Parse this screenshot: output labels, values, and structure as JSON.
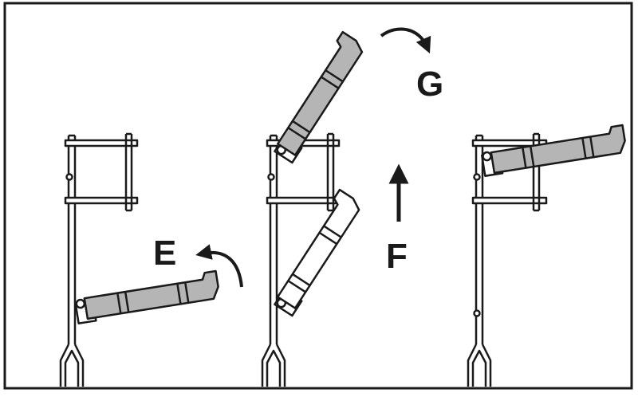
{
  "labels": {
    "E": "E",
    "F": "F",
    "G": "G"
  },
  "colors": {
    "frame": "#1a1a1a",
    "stroke": "#1a1a1a",
    "unit_fill": "#b5b5b5",
    "unit_outline_fill": "#ffffff",
    "background": "#ffffff"
  },
  "icons": {
    "arrow_e": "curved-arrow-left-icon",
    "arrow_f": "straight-arrow-up-icon",
    "arrow_g": "curved-arrow-right-icon"
  }
}
